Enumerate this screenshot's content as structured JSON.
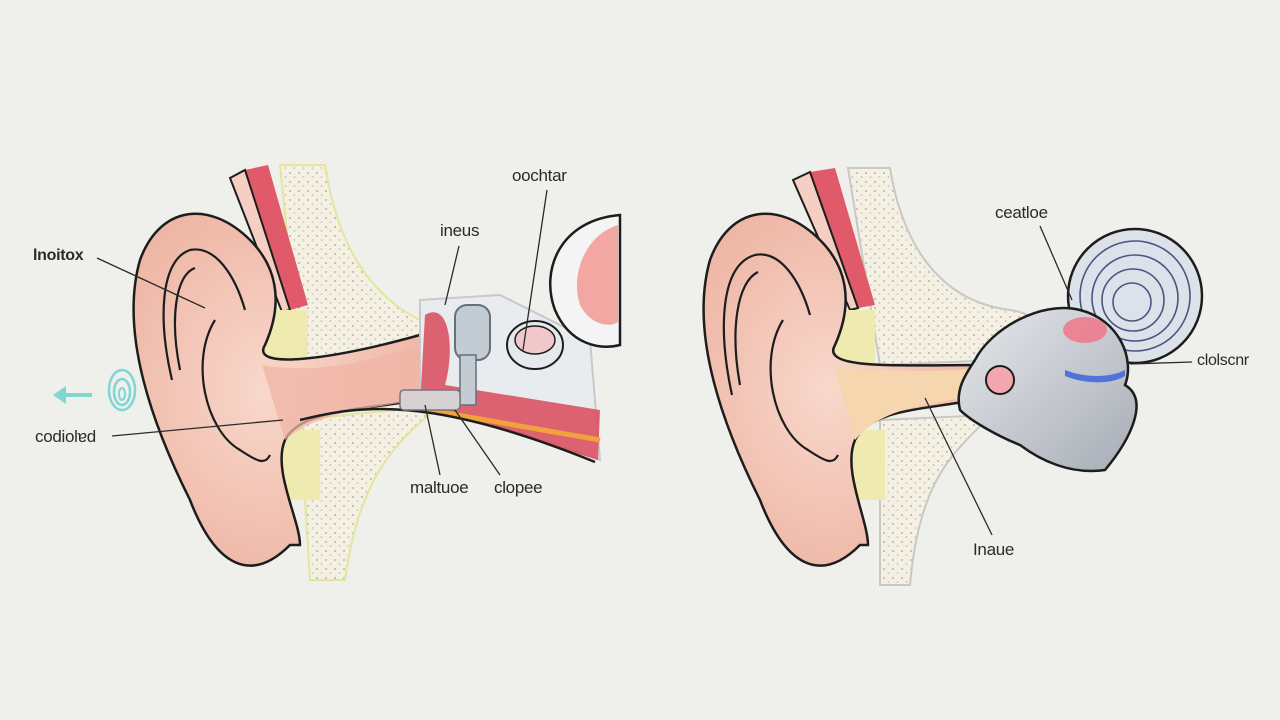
{
  "diagram": {
    "type": "anatomy-illustration",
    "subject": "ear cross-section",
    "background": "#efefeb",
    "colors": {
      "skin": "#f3c7b8",
      "skin_shadow": "#e9a99a",
      "muscle": "#e05a6a",
      "cartilage": "#eeeab0",
      "bone": "#f4f1e4",
      "bone_dots": "#b9b5a8",
      "ossicle_gray": "#c3ccd3",
      "canal_peach": "#f6d6ae",
      "cochlea_gray": "#dde1e9",
      "cochlea_rings": "#4a5680",
      "blue_band": "#4f73d8",
      "sound_wave": "#7fd6d2",
      "outline": "#1d1d1d"
    },
    "left_panel": {
      "labels": {
        "outer": "lnoitox",
        "canal": "codiolɐd",
        "top": "oochtar",
        "ossicle": "ineus",
        "bottom_left": "maltuoe",
        "bottom_right": "clopee"
      },
      "sound_arrow": "arrow-left",
      "sound_wave": "wave-rings"
    },
    "right_panel": {
      "labels": {
        "cochlea": "ceatloe",
        "side": "clolscnr",
        "canal": "Inaue"
      }
    }
  }
}
